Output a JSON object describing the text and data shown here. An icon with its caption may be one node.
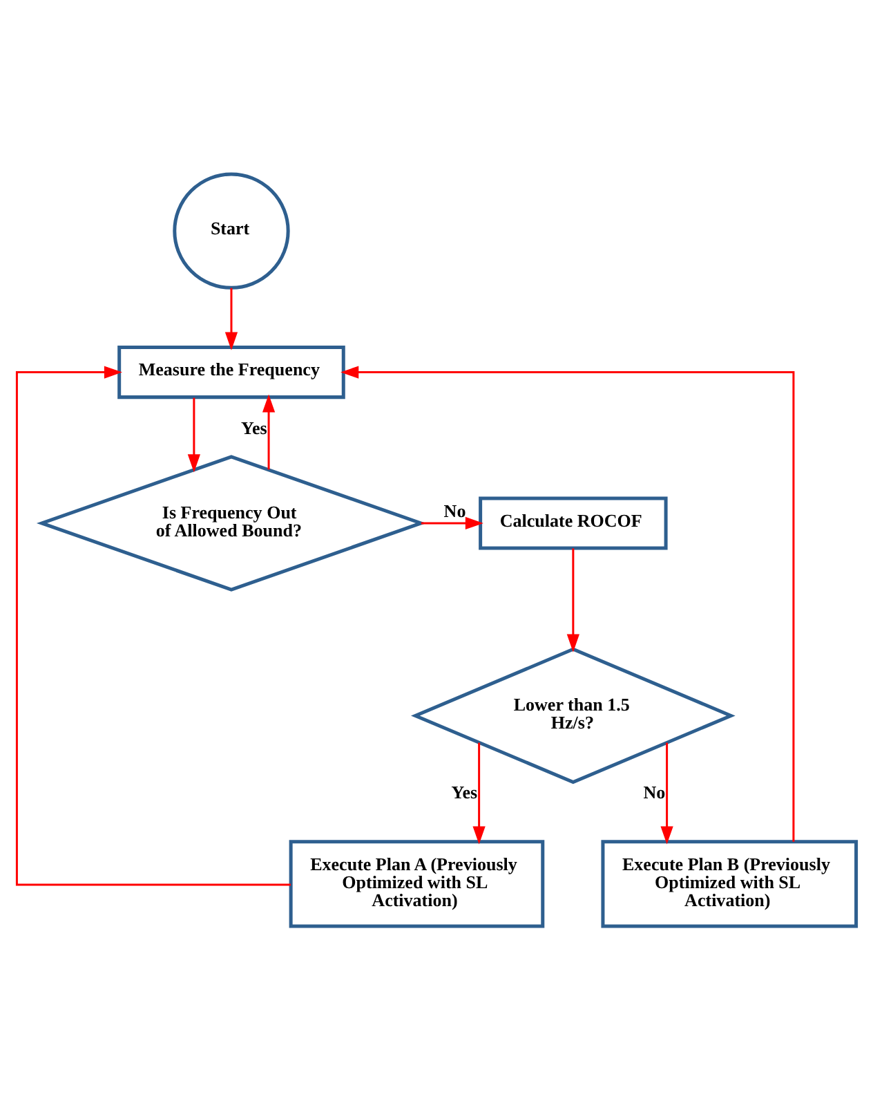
{
  "diagram": {
    "nodes": [
      {
        "text": [
          "Start"
        ]
      },
      {
        "text": [
          "Measure the Frequency"
        ]
      },
      {
        "text": [
          "Is Frequency Out of Allowed Bound?"
        ]
      },
      {
        "text": [
          "Calculate ROCOF"
        ]
      },
      {
        "text": [
          "Lower than 1.5 Hz/s?"
        ]
      },
      {
        "text": [
          "Execute Plan A (Previously Optimized with SL Activation)"
        ]
      },
      {
        "text": [
          "Execute Plan B (Previously Optimized with SL Activation)"
        ]
      }
    ],
    "edges": [
      {
        "from": 0,
        "to": 1,
        "arrow": "to"
      },
      {
        "from": 1,
        "to": 2,
        "arrow": "to"
      },
      {
        "from": 2,
        "to": 1,
        "arrow": "to",
        "label": "Yes"
      },
      {
        "from": 2,
        "to": 3,
        "arrow": "to",
        "label": "No"
      },
      {
        "from": 3,
        "to": 4,
        "arrow": "to"
      },
      {
        "from": 4,
        "to": 5,
        "arrow": "to",
        "label": "Yes"
      },
      {
        "from": 4,
        "to": 6,
        "arrow": "to",
        "label": "No"
      },
      {
        "from": 5,
        "to": 1,
        "arrow": "to"
      },
      {
        "from": 6,
        "to": 1,
        "arrow": "to"
      }
    ]
  }
}
